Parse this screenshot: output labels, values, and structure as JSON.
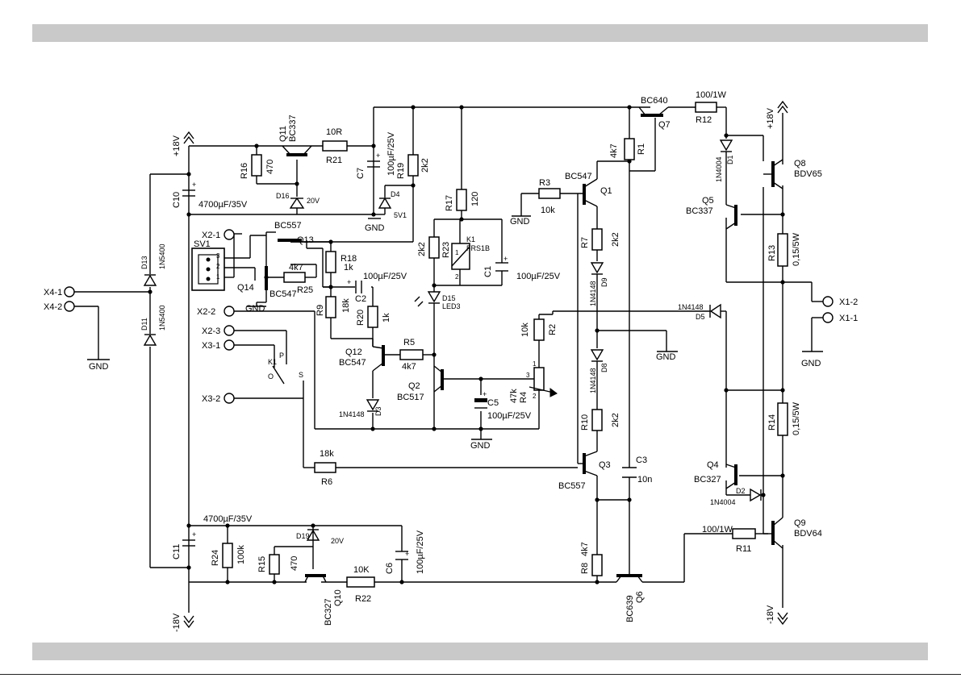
{
  "resistors": {
    "R1": {
      "ref": "R1",
      "value": "4k7"
    },
    "R2": {
      "ref": "R2",
      "value": "10k"
    },
    "R3": {
      "ref": "R3",
      "value": "10k"
    },
    "R4": {
      "ref": "R4",
      "value": "47k"
    },
    "R5": {
      "ref": "R5",
      "value": "4k7"
    },
    "R6": {
      "ref": "R6",
      "value": "18k"
    },
    "R7": {
      "ref": "R7",
      "value": "2k2"
    },
    "R8": {
      "ref": "R8",
      "value": "4k7"
    },
    "R9": {
      "ref": "R9",
      "value": "18k"
    },
    "R10": {
      "ref": "R10",
      "value": "2k2"
    },
    "R11": {
      "ref": "R11",
      "value": "100/1W"
    },
    "R12": {
      "ref": "R12",
      "value": "100/1W"
    },
    "R13": {
      "ref": "R13",
      "value": "0,15/5W"
    },
    "R14": {
      "ref": "R14",
      "value": "0,15/5W"
    },
    "R15": {
      "ref": "R15",
      "value": "470"
    },
    "R16": {
      "ref": "R16",
      "value": "470"
    },
    "R17": {
      "ref": "R17",
      "value": "120"
    },
    "R18": {
      "ref": "R18",
      "value": "1k"
    },
    "R19": {
      "ref": "R19",
      "value": "2k2"
    },
    "R20": {
      "ref": "R20",
      "value": "1k"
    },
    "R21": {
      "ref": "R21",
      "value": "10R"
    },
    "R22": {
      "ref": "R22",
      "value": "10K"
    },
    "R23": {
      "ref": "R23",
      "value": "2k2"
    },
    "R24": {
      "ref": "R24",
      "value": "100k"
    },
    "R25": {
      "ref": "R25",
      "value": "4k7"
    }
  },
  "capacitors": {
    "C1": {
      "ref": "C1",
      "value": "100µF/25V"
    },
    "C2": {
      "ref": "C2",
      "value": "100µF/25V"
    },
    "C3": {
      "ref": "C3",
      "value": "10n"
    },
    "C5": {
      "ref": "C5",
      "value": "100µF/25V"
    },
    "C6": {
      "ref": "C6",
      "value": "100µF/25V"
    },
    "C7": {
      "ref": "C7",
      "value": "100µF/25V"
    },
    "C10": {
      "ref": "C10",
      "value": "4700µF/35V"
    },
    "C11": {
      "ref": "C11",
      "value": "4700µF/35V"
    }
  },
  "transistors": {
    "Q1": {
      "ref": "Q1",
      "type": "BC547"
    },
    "Q2": {
      "ref": "Q2",
      "type": "BC517"
    },
    "Q3": {
      "ref": "Q3",
      "type": "BC557"
    },
    "Q4": {
      "ref": "Q4",
      "type": "BC327"
    },
    "Q5": {
      "ref": "Q5",
      "type": "BC337"
    },
    "Q6": {
      "ref": "Q6",
      "type": "BC639"
    },
    "Q7": {
      "ref": "Q7",
      "type": "BC640"
    },
    "Q8": {
      "ref": "Q8",
      "type": "BDV65"
    },
    "Q9": {
      "ref": "Q9",
      "type": "BDV64"
    },
    "Q10": {
      "ref": "Q10",
      "type": "BC327"
    },
    "Q11": {
      "ref": "Q11",
      "type": "BC337"
    },
    "Q12": {
      "ref": "Q12",
      "type": "BC547"
    },
    "Q13": {
      "ref": "Q13",
      "type": "BC557"
    },
    "Q14": {
      "ref": "Q14",
      "type": "BC547"
    }
  },
  "diodes": {
    "D1": {
      "ref": "D1",
      "type": "1N4004"
    },
    "D2": {
      "ref": "D2",
      "type": "1N4004"
    },
    "D3": {
      "ref": "D3",
      "type": "1N4148"
    },
    "D4": {
      "ref": "D4",
      "type": "5V1"
    },
    "D5": {
      "ref": "D5",
      "type": "1N4148"
    },
    "D8": {
      "ref": "D8",
      "type": "1N4148"
    },
    "D9": {
      "ref": "D9",
      "type": "1N4148"
    },
    "D11": {
      "ref": "D11",
      "type": "1N5400"
    },
    "D13": {
      "ref": "D13",
      "type": "1N5400"
    },
    "D15": {
      "ref": "D15",
      "type": "LED3"
    },
    "D16": {
      "ref": "D16",
      "type": "20V"
    },
    "D19": {
      "ref": "D19",
      "type": "20V"
    }
  },
  "relay": {
    "ref": "K1",
    "type": "FRS1B",
    "pin1": "1",
    "pin2": "2"
  },
  "relay_contact": {
    "ref": "K1",
    "p": "P",
    "o": "O",
    "s": "S"
  },
  "connector": {
    "ref": "SV1",
    "pins": [
      "3",
      "2",
      "1"
    ]
  },
  "pot_pins": {
    "p1": "1",
    "p2": "2",
    "p3": "3"
  },
  "terminals": {
    "x4_1": "X4-1",
    "x4_2": "X4-2",
    "x2_1": "X2-1",
    "x2_2": "X2-2",
    "x2_3": "X2-3",
    "x3_1": "X3-1",
    "x3_2": "X3-2",
    "x1_1": "X1-1",
    "x1_2": "X1-2"
  },
  "rails": {
    "plus18": "+18V",
    "minus18": "-18V",
    "plus18_right": "+18V",
    "minus18_right": "-18V"
  },
  "ground_label": "GND"
}
